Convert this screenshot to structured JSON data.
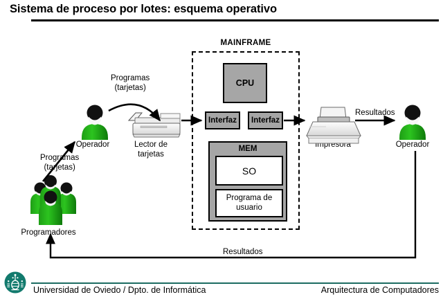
{
  "slide": {
    "title": "Sistema de proceso por lotes: esquema operativo",
    "accent_color": "#1b6b61",
    "block_fill": "#a6a6a6",
    "person_color": "#22b01a"
  },
  "mainframe": {
    "label": "MAINFRAME",
    "cpu": "CPU",
    "interface_left": "Interfaz",
    "interface_right": "Interfaz",
    "memory": {
      "label": "MEM",
      "os": "SO",
      "user_program_line1": "Programa de",
      "user_program_line2": "usuario"
    }
  },
  "nodes": {
    "programmers": "Programadores",
    "operator_left": "Operador",
    "card_reader_line1": "Lector de",
    "card_reader_line2": "tarjetas",
    "printer": "Impresora",
    "operator_right": "Operador"
  },
  "flows": {
    "programs_to_operator_line1": "Programas",
    "programs_to_operator_line2": "(tarjetas)",
    "operator_to_reader_line1": "Programas",
    "operator_to_reader_line2": "(tarjetas)",
    "printer_to_operator": "Resultados",
    "operator_to_programmers": "Resultados"
  },
  "footer": {
    "left": "Universidad de Oviedo / Dpto. de Informática",
    "right": "Arquitectura de Computadores",
    "logo": "university-seal-icon"
  }
}
